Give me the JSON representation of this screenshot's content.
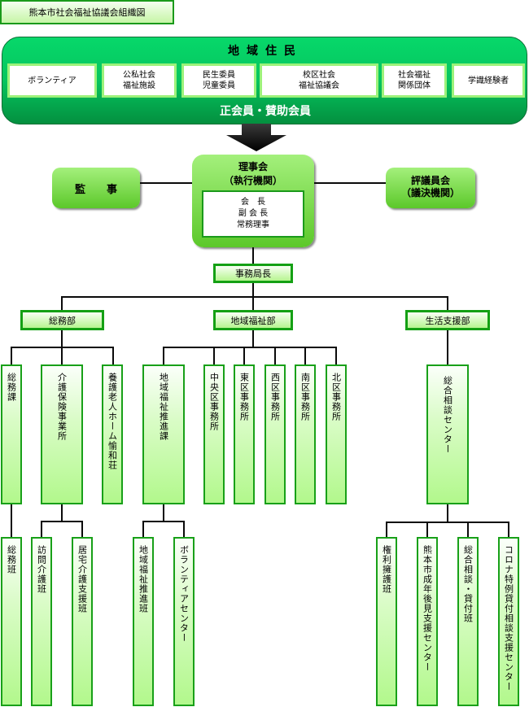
{
  "title": "熊本市社会福祉協議会組織図",
  "residents": {
    "heading": "地域住民",
    "members": [
      "ボランティア",
      "公私社会\n福祉施設",
      "民生委員\n児童委員",
      "校区社会\n福祉協議会",
      "社会福祉\n関係団体",
      "学識経験者"
    ],
    "footer": "正会員・賛助会員"
  },
  "board": {
    "title": "理事会",
    "subtitle": "（執行機関）",
    "officers": [
      "会　長",
      "副 会 長",
      "常務理事"
    ]
  },
  "auditor": "監　　事",
  "council": {
    "title": "評議員会",
    "subtitle": "（議決機関）"
  },
  "secretary_general": "事務局長",
  "departments": [
    {
      "name": "総務部",
      "sections": [
        {
          "name": "総務課",
          "teams": [
            "総務班"
          ]
        },
        {
          "name": "介護保険事業所",
          "teams": [
            "訪問介護班",
            "居宅介護支援班"
          ]
        },
        {
          "name": "養護老人ホーム愉和荘",
          "teams": []
        }
      ]
    },
    {
      "name": "地域福祉部",
      "sections": [
        {
          "name": "地域福祉推進課",
          "teams": [
            "地域福祉推進班",
            "ボランティアセンター"
          ]
        },
        {
          "name": "中央区事務所",
          "teams": []
        },
        {
          "name": "東区事務所",
          "teams": []
        },
        {
          "name": "西区事務所",
          "teams": []
        },
        {
          "name": "南区事務所",
          "teams": []
        },
        {
          "name": "北区事務所",
          "teams": []
        }
      ]
    },
    {
      "name": "生活支援部",
      "sections": [
        {
          "name": "総合相談センター",
          "teams": [
            "権利擁護班",
            "熊本市成年後見支援センター",
            "総合相談・貸付班",
            "コロナ特例貸付相談支援センター"
          ]
        }
      ]
    }
  ],
  "colors": {
    "residents_green": "#05c55f",
    "box_border": "#18a018",
    "box_fill": "#b2f88c",
    "connector": "#0a0a0a"
  }
}
